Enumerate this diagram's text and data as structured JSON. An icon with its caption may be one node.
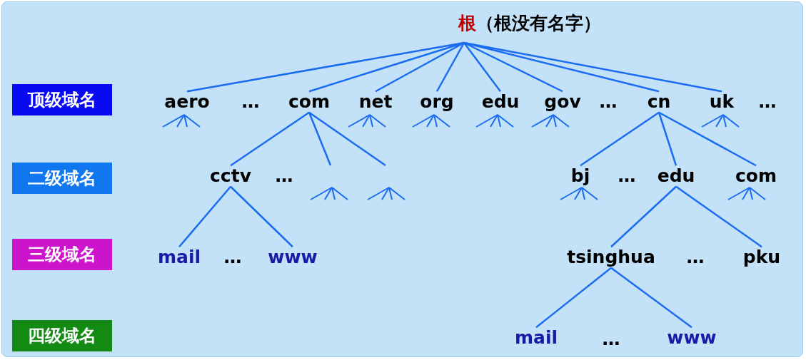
{
  "diagram": {
    "nodes": [
      {
        "text": [
          "根",
          "（根没有名字）"
        ]
      },
      {
        "text": [
          "顶级域名"
        ]
      },
      {
        "text": [
          "aero"
        ]
      },
      {
        "text": [
          "com"
        ]
      },
      {
        "text": [
          "net"
        ]
      },
      {
        "text": [
          "org"
        ]
      },
      {
        "text": [
          "edu"
        ]
      },
      {
        "text": [
          "gov"
        ]
      },
      {
        "text": [
          "cn"
        ]
      },
      {
        "text": [
          "uk"
        ]
      },
      {
        "text": [
          "二级域名"
        ]
      },
      {
        "text": [
          "cctv"
        ]
      },
      {
        "text": [
          "bj"
        ]
      },
      {
        "text": [
          "edu"
        ]
      },
      {
        "text": [
          "com"
        ]
      },
      {
        "text": [
          "三级域名"
        ]
      },
      {
        "text": [
          "mail"
        ]
      },
      {
        "text": [
          "www"
        ]
      },
      {
        "text": [
          "tsinghua"
        ]
      },
      {
        "text": [
          "pku"
        ]
      },
      {
        "text": [
          "四级域名"
        ]
      },
      {
        "text": [
          "mail"
        ]
      },
      {
        "text": [
          "www"
        ]
      }
    ],
    "edges": [
      {
        "from": 0,
        "to": 2,
        "arrow": "none"
      },
      {
        "from": 0,
        "to": 3,
        "arrow": "none"
      },
      {
        "from": 0,
        "to": 4,
        "arrow": "none"
      },
      {
        "from": 0,
        "to": 5,
        "arrow": "none"
      },
      {
        "from": 0,
        "to": 6,
        "arrow": "none"
      },
      {
        "from": 0,
        "to": 7,
        "arrow": "none"
      },
      {
        "from": 0,
        "to": 8,
        "arrow": "none"
      },
      {
        "from": 0,
        "to": 9,
        "arrow": "none"
      },
      {
        "from": 3,
        "to": 11,
        "arrow": "none"
      },
      {
        "from": 3,
        "to": null,
        "arrow": "none"
      },
      {
        "from": 3,
        "to": null,
        "arrow": "none"
      },
      {
        "from": 8,
        "to": 12,
        "arrow": "none"
      },
      {
        "from": 8,
        "to": 13,
        "arrow": "none"
      },
      {
        "from": 8,
        "to": 14,
        "arrow": "none"
      },
      {
        "from": 11,
        "to": 16,
        "arrow": "none"
      },
      {
        "from": 11,
        "to": 17,
        "arrow": "none"
      },
      {
        "from": 13,
        "to": 18,
        "arrow": "none"
      },
      {
        "from": 13,
        "to": 19,
        "arrow": "none"
      },
      {
        "from": 18,
        "to": 21,
        "arrow": "none"
      },
      {
        "from": 18,
        "to": 22,
        "arrow": "none"
      }
    ],
    "labels": [
      "…",
      "…",
      "…",
      "…",
      "…",
      "…",
      "…",
      "…"
    ]
  }
}
